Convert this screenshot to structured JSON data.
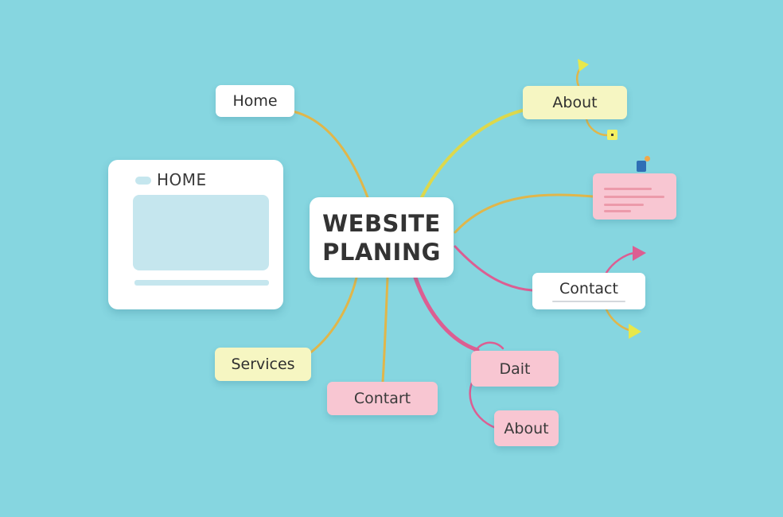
{
  "center": {
    "line1": "WEBSITE",
    "line2": "PLANING"
  },
  "browser": {
    "title": "HOME"
  },
  "nodes": {
    "home": "Home",
    "about_top": "About",
    "services": "Services",
    "contart": "Contart",
    "contact": "Contact",
    "dait": "Dait",
    "about_bottom": "About"
  },
  "colors": {
    "background": "#86d6e0",
    "connector_orange": "#e0b64a",
    "connector_yellow": "#ddd84c",
    "connector_pink": "#dc5e92",
    "node_white": "#ffffff",
    "node_yellow": "#f6f6c2",
    "node_pink": "#f8c6d2"
  }
}
